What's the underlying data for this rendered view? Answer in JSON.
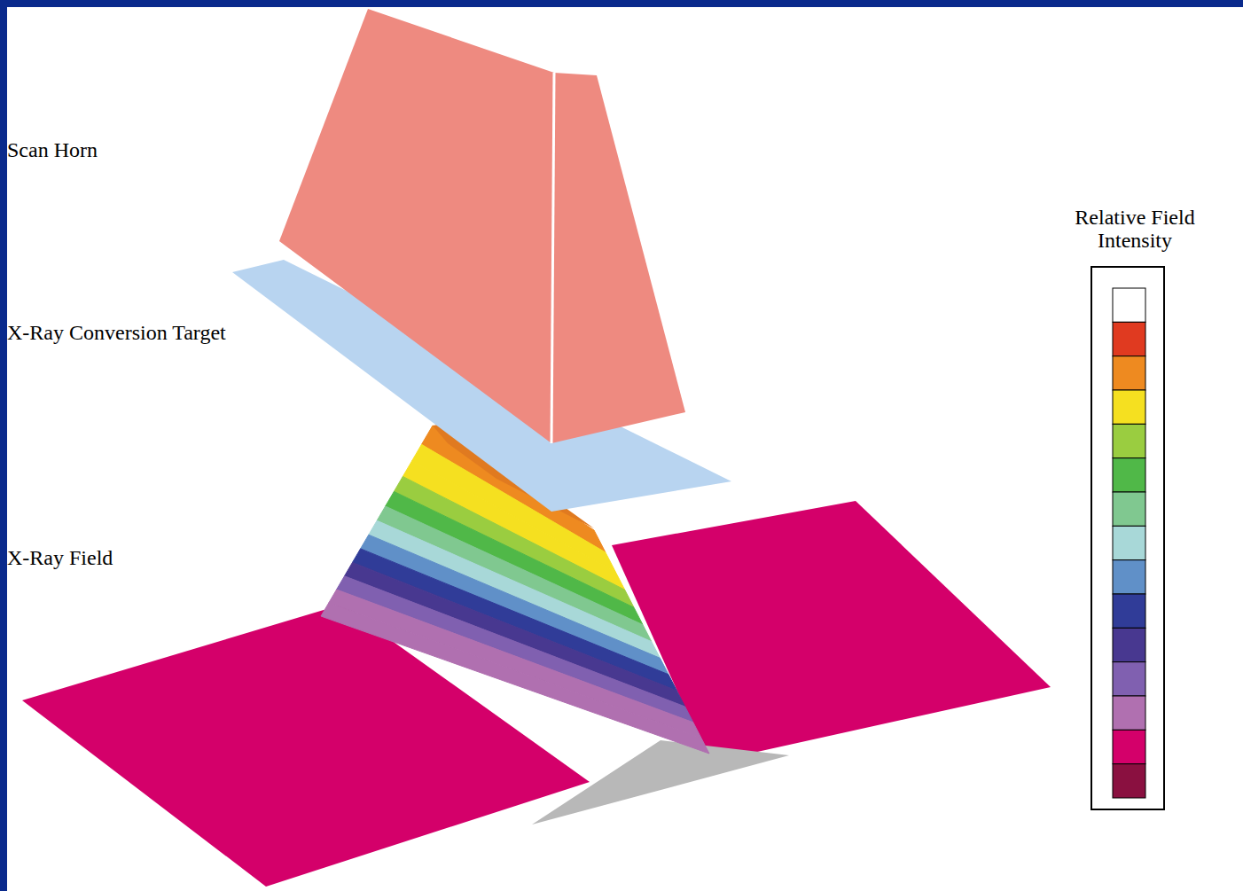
{
  "diagram": {
    "labels": [
      "Scan Horn",
      "X-Ray Conversion Target",
      "X-Ray Field",
      "Relative Field Intensity"
    ]
  }
}
